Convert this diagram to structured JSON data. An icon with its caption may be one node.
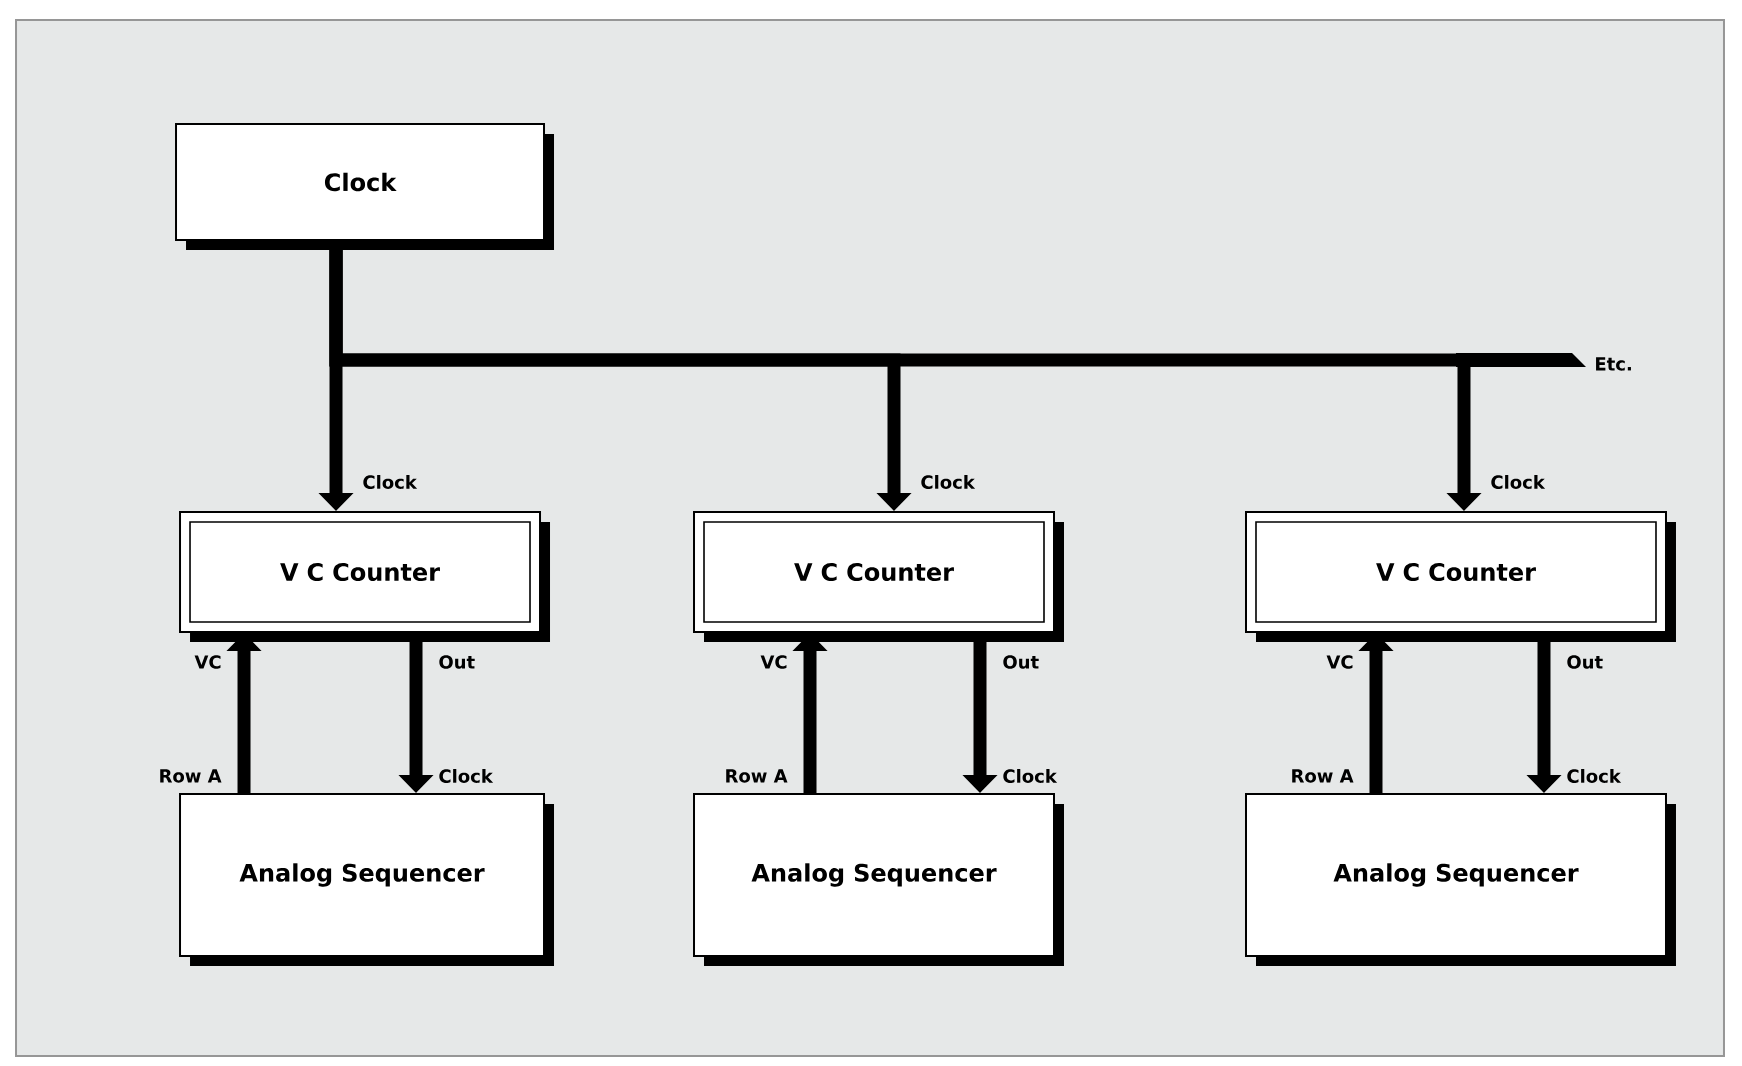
{
  "diagram": {
    "nodes": [
      {
        "text": [
          "Clock"
        ]
      },
      {
        "text": [
          "V C Counter"
        ]
      },
      {
        "text": [
          "Analog Sequencer"
        ]
      },
      {
        "text": [
          "V C Counter"
        ]
      },
      {
        "text": [
          "Analog Sequencer"
        ]
      },
      {
        "text": [
          "V C Counter"
        ]
      },
      {
        "text": [
          "Analog Sequencer"
        ]
      }
    ],
    "edges": [
      {
        "from": 0,
        "to": 1,
        "arrow": "to"
      },
      {
        "from": 0,
        "to": 3,
        "arrow": "to"
      },
      {
        "from": 0,
        "to": 5,
        "arrow": "to"
      },
      {
        "from": 1,
        "to": 2,
        "arrow": "to"
      },
      {
        "from": 2,
        "to": 1,
        "arrow": "to"
      },
      {
        "from": 3,
        "to": 4,
        "arrow": "to"
      },
      {
        "from": 4,
        "to": 3,
        "arrow": "to"
      },
      {
        "from": 5,
        "to": 6,
        "arrow": "to"
      },
      {
        "from": 6,
        "to": 5,
        "arrow": "to"
      }
    ],
    "labels": [
      "Etc.",
      "Clock",
      "Clock",
      "Clock",
      "VC",
      "Out",
      "VC",
      "Out",
      "VC",
      "Out",
      "Row A",
      "Clock",
      "Row A",
      "Clock",
      "Row A",
      "Clock"
    ]
  }
}
